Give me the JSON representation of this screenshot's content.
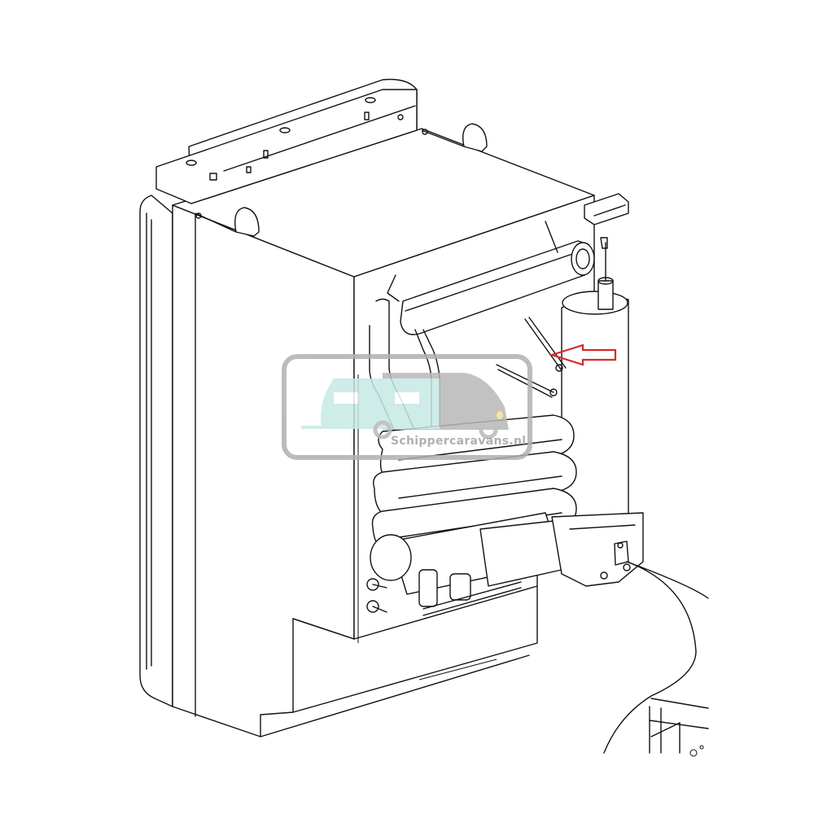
{
  "diagram": {
    "subject": "Absorption refrigerator rear view with cooling unit",
    "line_color": "#111111",
    "background": "#ffffff",
    "annotation_arrow": {
      "color": "#d42a2a",
      "direction": "left",
      "points_to": "thermocouple / flame sensor near burner tube"
    }
  },
  "watermark": {
    "text": "Schippercaravans.nl",
    "caravan_color": "#c6e9e5",
    "camper_color": "#b8b8b8",
    "frame_color": "#b0b0b0",
    "headlight_color": "#f3e38a"
  }
}
